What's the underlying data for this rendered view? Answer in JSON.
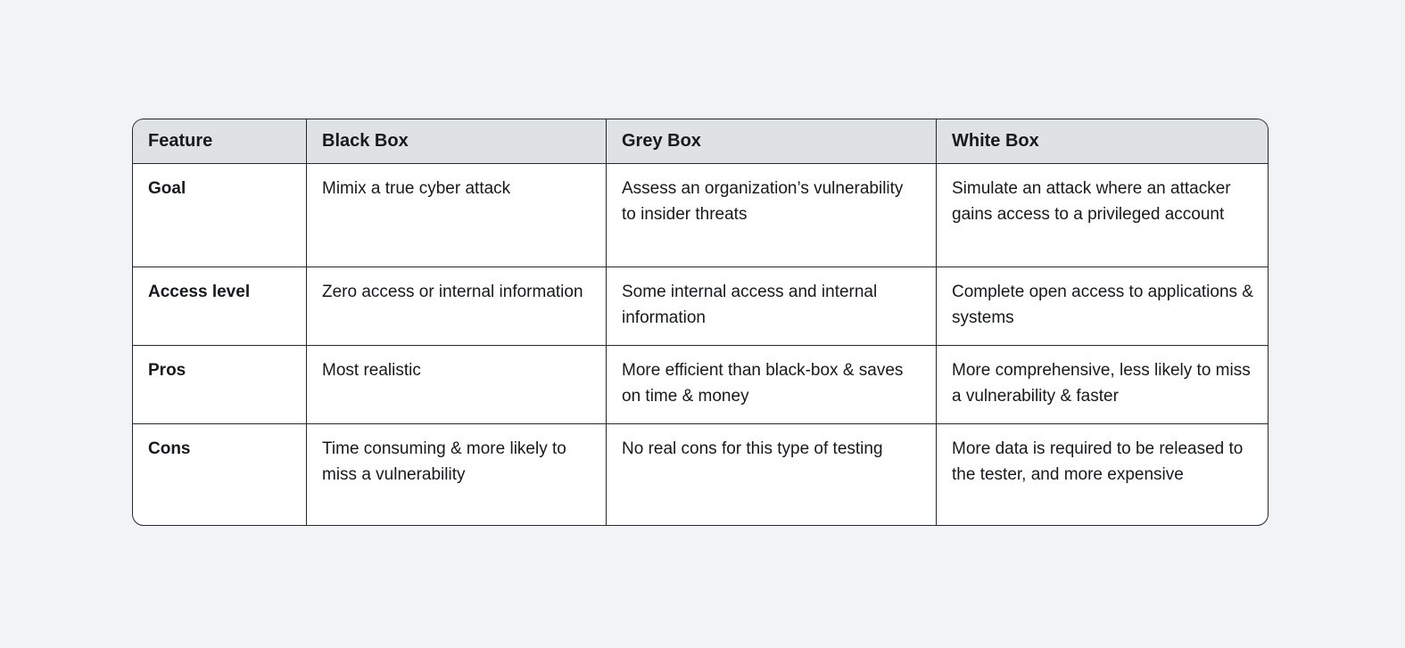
{
  "page": {
    "background_color": "#f2f3f5",
    "table_background_color": "#ffffff",
    "header_background_color": "#dfe2e5",
    "border_color": "#25282c",
    "text_color": "#17191c"
  },
  "chart_data": {
    "type": "table",
    "title": "",
    "columns": [
      "Feature",
      "Black Box",
      "Grey Box",
      "White Box"
    ],
    "rows": [
      [
        "Goal",
        "Mimix a true cyber attack",
        "Assess an organization’s vulnerability to insider threats",
        "Simulate an attack where an attacker gains access to a privileged account"
      ],
      [
        "Access level",
        "Zero access or internal information",
        "Some internal access and internal information",
        "Complete open access to applications & systems"
      ],
      [
        "Pros",
        "Most realistic",
        "More efficient than black-box & saves on time & money",
        "More comprehensive, less likely to miss a vulnerability & faster"
      ],
      [
        "Cons",
        "Time consuming & more likely to miss a vulnerability",
        "No real cons for this type of testing",
        "More data is required to be released to the tester, and more expensive"
      ]
    ]
  }
}
